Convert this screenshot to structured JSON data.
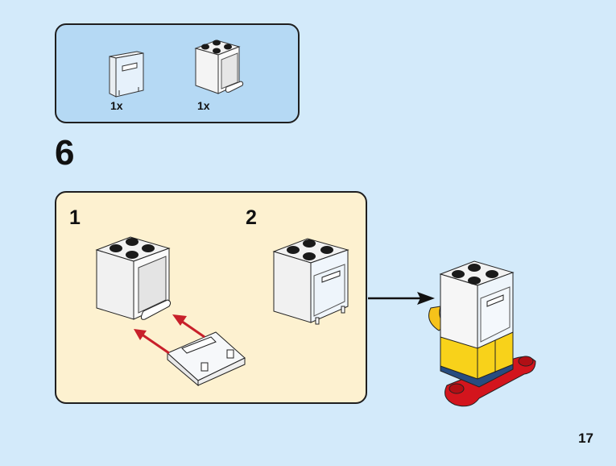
{
  "page": {
    "number": "17",
    "background": "#d3eafa"
  },
  "parts_list": {
    "background": "#b5d9f4",
    "items": [
      {
        "name": "container-door-transparent",
        "quantity": "1x"
      },
      {
        "name": "container-2x2x2-white",
        "quantity": "1x"
      }
    ]
  },
  "step": {
    "number": "6",
    "substeps": [
      {
        "number": "1",
        "description": "attach door to container"
      },
      {
        "number": "2",
        "description": "container with door"
      }
    ],
    "background": "#fdf1d0",
    "arrow_color": "#c8202a"
  },
  "result": {
    "description": "completed model with container on yellow body and red base"
  }
}
